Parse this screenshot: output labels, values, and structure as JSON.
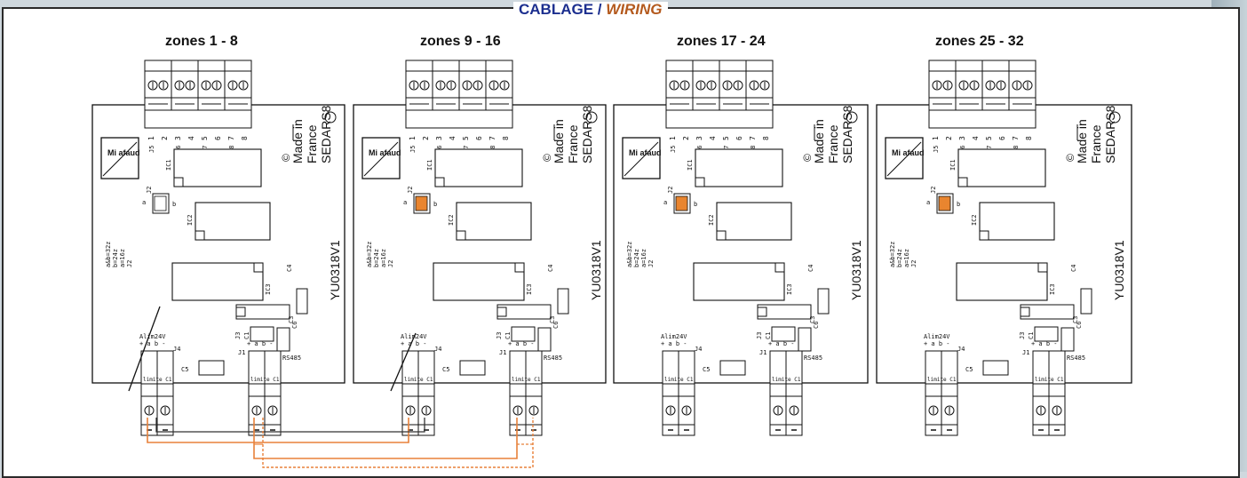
{
  "header": {
    "title_fr": "CABLAGE",
    "separator": " / ",
    "title_en": "WIRING"
  },
  "zones": [
    {
      "label": "zones 1 - 8",
      "digits": [
        "1",
        "2",
        "3",
        "4",
        "5",
        "6",
        "7",
        "8"
      ],
      "jumper_active": false
    },
    {
      "label": "zones 9 - 16",
      "digits": [
        "1",
        "2",
        "3",
        "4",
        "5",
        "6",
        "7",
        "8"
      ],
      "jumper_active": true
    },
    {
      "label": "zones 17 - 24",
      "digits": [
        "1",
        "2",
        "3",
        "4",
        "5",
        "6",
        "7",
        "8"
      ],
      "jumper_active": true
    },
    {
      "label": "zones 25 - 32",
      "digits": [
        "1",
        "2",
        "3",
        "4",
        "5",
        "6",
        "7",
        "8"
      ],
      "jumper_active": true
    }
  ],
  "board": {
    "made_in": "Made in",
    "france": "France",
    "model": "SEDARS8",
    "ref": "YU0318V1",
    "alim": "Alim24V",
    "alim_pins": "+ a   b -",
    "rs485": "RS485",
    "bus_pins": "+ a   b -",
    "j4": "J4",
    "j1": "J1",
    "c5": "C5",
    "c4": "C4",
    "c3": "C3",
    "c1": "C1",
    "c6": "C6",
    "j2": "J2",
    "j3": "J3",
    "j5": "J5",
    "j6": "J6",
    "j7": "J7",
    "j8": "J8",
    "ic1": "IC1",
    "ic2": "IC2",
    "ic3": "IC3",
    "limite1": "limite C1",
    "limite2": "limite C1",
    "jumper_legend": [
      "a&b=32z",
      "b=24z",
      "a=16z",
      "J2"
    ],
    "logo_text": "Mi afaud"
  },
  "colors": {
    "wire_orange": "#e8813a",
    "wire_dark": "#333333",
    "jumper_orange": "#e9852f",
    "title_blue": "#1c2f8f",
    "title_orange": "#b45a1e"
  }
}
